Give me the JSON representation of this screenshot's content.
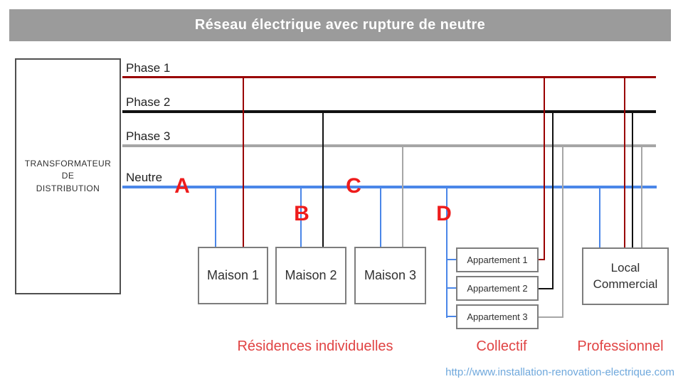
{
  "header": {
    "title": "Réseau électrique avec rupture de neutre"
  },
  "transformer": {
    "label": "TRANSFORMATEUR\nDE\nDISTRIBUTION"
  },
  "buses": [
    {
      "label": "Phase 1"
    },
    {
      "label": "Phase 2"
    },
    {
      "label": "Phase 3"
    },
    {
      "label": "Neutre"
    }
  ],
  "markers": [
    {
      "label": "A"
    },
    {
      "label": "B"
    },
    {
      "label": "C"
    },
    {
      "label": "D"
    }
  ],
  "buildings": {
    "maisons": [
      {
        "label": "Maison 1"
      },
      {
        "label": "Maison 2"
      },
      {
        "label": "Maison 3"
      }
    ],
    "apartments": [
      {
        "label": "Appartement 1"
      },
      {
        "label": "Appartement 2"
      },
      {
        "label": "Appartement 3"
      }
    ],
    "local": {
      "label": "Local\nCommercial"
    }
  },
  "categories": [
    {
      "label": "Résidences individuelles"
    },
    {
      "label": "Collectif"
    },
    {
      "label": "Professionnel"
    }
  ],
  "footer": {
    "url": "http://www.installation-renovation-electrique.com"
  },
  "colors": {
    "phase1": "#990000",
    "phase2": "#111111",
    "phase3": "#a6a6a6",
    "neutral": "#4a86e8",
    "marker": "#ee1c1c",
    "category": "#e04343",
    "title_bar": "#9b9b9b",
    "url": "#6fa8dc"
  }
}
